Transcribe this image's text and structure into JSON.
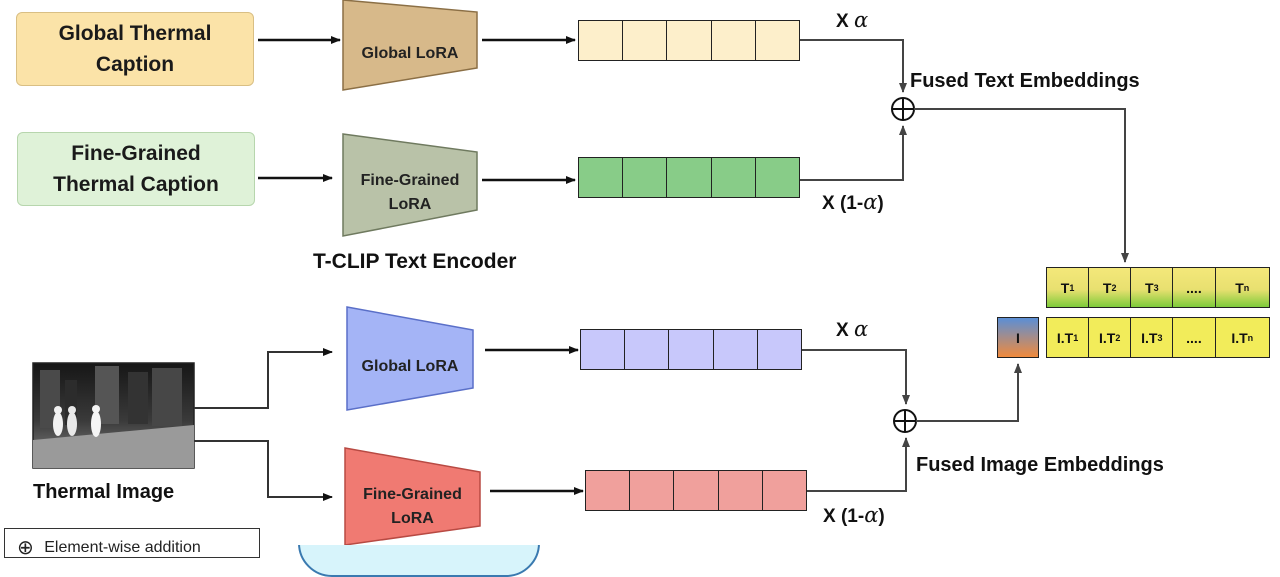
{
  "captions": {
    "global": "Global Thermal Caption",
    "fine": "Fine-Grained Thermal Caption"
  },
  "text_encoder": {
    "title": "T-CLIP Text Encoder",
    "global_lora": "Global LoRA",
    "fine_lora_line1": "Fine-Grained",
    "fine_lora_line2": "LoRA"
  },
  "image_encoder": {
    "global_lora": "Global LoRA",
    "fine_lora_line1": "Fine-Grained",
    "fine_lora_line2": "LoRA"
  },
  "thermal_image": {
    "label": "Thermal Image"
  },
  "weights": {
    "x_prefix": "X",
    "alpha": "α",
    "one_minus_open": "X (1-",
    "close_paren": ")"
  },
  "fused": {
    "text": "Fused Text Embeddings",
    "image": "Fused Image Embeddings"
  },
  "tokens": {
    "text_row": [
      {
        "base": "T",
        "sub": "1"
      },
      {
        "base": "T",
        "sub": "2"
      },
      {
        "base": "T",
        "sub": "3"
      },
      {
        "base": "....",
        "sub": ""
      },
      {
        "base": "T",
        "sub": "n"
      }
    ],
    "image_token": "I",
    "product_row": [
      {
        "base": "I.T",
        "sub": "1"
      },
      {
        "base": "I.T",
        "sub": "2"
      },
      {
        "base": "I.T",
        "sub": "3"
      },
      {
        "base": "....",
        "sub": ""
      },
      {
        "base": "I.T",
        "sub": "n"
      }
    ]
  },
  "legend": {
    "symbol": "⊕",
    "text": "Element-wise addition"
  },
  "colors": {
    "global_caption_fill": "#fbe3a8",
    "fine_caption_fill": "#dff2d8",
    "text_encoder_fill": "#fbe6f7",
    "image_encoder_fill": "#d7f4fb",
    "global_text_lora": "#d7b98a",
    "fine_text_lora": "#b9c2a8",
    "global_image_lora": "#a4b4f6",
    "fine_image_lora": "#f07a72",
    "emb_global_text": "#fdefcb",
    "emb_fine_text": "#88cc88",
    "emb_global_image": "#c8c8fb",
    "emb_fine_image": "#f0a09c"
  }
}
